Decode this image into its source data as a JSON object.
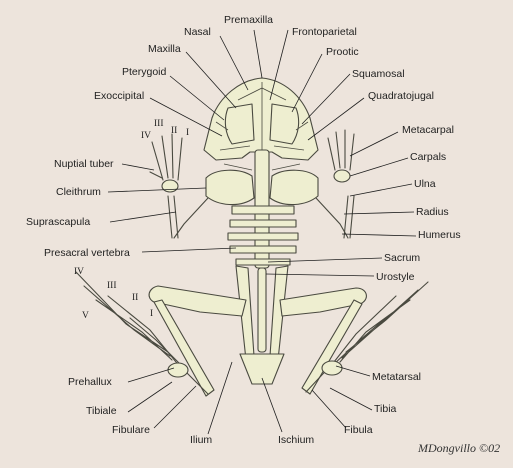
{
  "labels": {
    "premaxilla": "Premaxilla",
    "nasal": "Nasal",
    "frontoparietal": "Frontoparietal",
    "maxilla": "Maxilla",
    "prootic": "Prootic",
    "pterygoid": "Pterygoid",
    "squamosal": "Squamosal",
    "exoccipital": "Exoccipital",
    "quadratojugal": "Quadratojugal",
    "metacarpal": "Metacarpal",
    "nuptial_tuber": "Nuptial tuber",
    "carpals": "Carpals",
    "ulna": "Ulna",
    "cleithrum": "Cleithrum",
    "radius": "Radius",
    "suprascapula": "Suprascapula",
    "humerus": "Humerus",
    "presacral_vertebra": "Presacral vertebra",
    "sacrum": "Sacrum",
    "urostyle": "Urostyle",
    "metatarsal": "Metatarsal",
    "prehallux": "Prehallux",
    "tibiale": "Tibiale",
    "tibia": "Tibia",
    "fibulare": "Fibulare",
    "fibula": "Fibula",
    "ilium": "Ilium",
    "ischium": "Ischium"
  },
  "hand_digits": [
    "III",
    "IV",
    "II",
    "I"
  ],
  "foot_digits": [
    "IV",
    "III",
    "II",
    "I",
    "V"
  ],
  "signature": "MDongvillo ©02"
}
